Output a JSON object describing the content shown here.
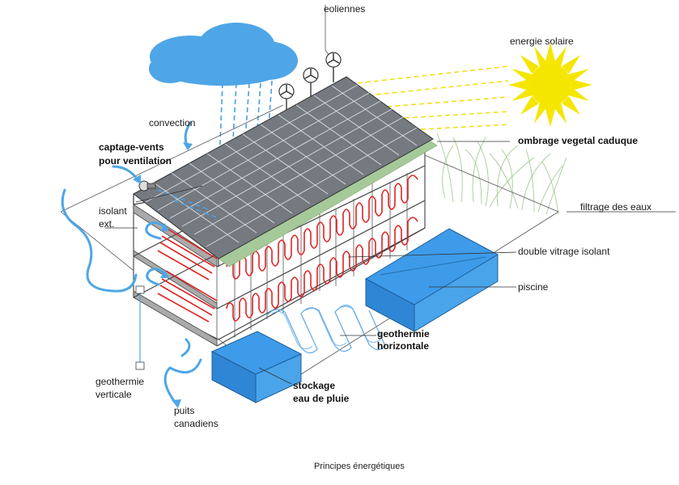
{
  "labels": {
    "eoliennes": "eoliennes",
    "energie_solaire": "energie solaire",
    "ombrage": "ombrage vegetal caduque",
    "filtrage": "filtrage des eaux",
    "double_vitrage": "double vitrage isolant",
    "piscine": "piscine",
    "geothermie_h_1": "geothermie",
    "geothermie_h_2": "horizontale",
    "stockage_1": "stockage",
    "stockage_2": "eau de pluie",
    "convection": "convection",
    "captage_1": "captage-vents",
    "captage_2": "pour ventilation",
    "isolant_1": "isolant",
    "isolant_2": "ext.",
    "geothermie_v_1": "geothermie",
    "geothermie_v_2": "verticale",
    "puits_1": "puits",
    "puits_2": "canadiens"
  },
  "caption": "Principes énergétiques",
  "colors": {
    "water": "#3d9be9",
    "cloud": "#4ea6e6",
    "sun": "#f5e600",
    "heating": "#e02222",
    "panel": "#707478",
    "green_roof": "#a6c99a"
  }
}
